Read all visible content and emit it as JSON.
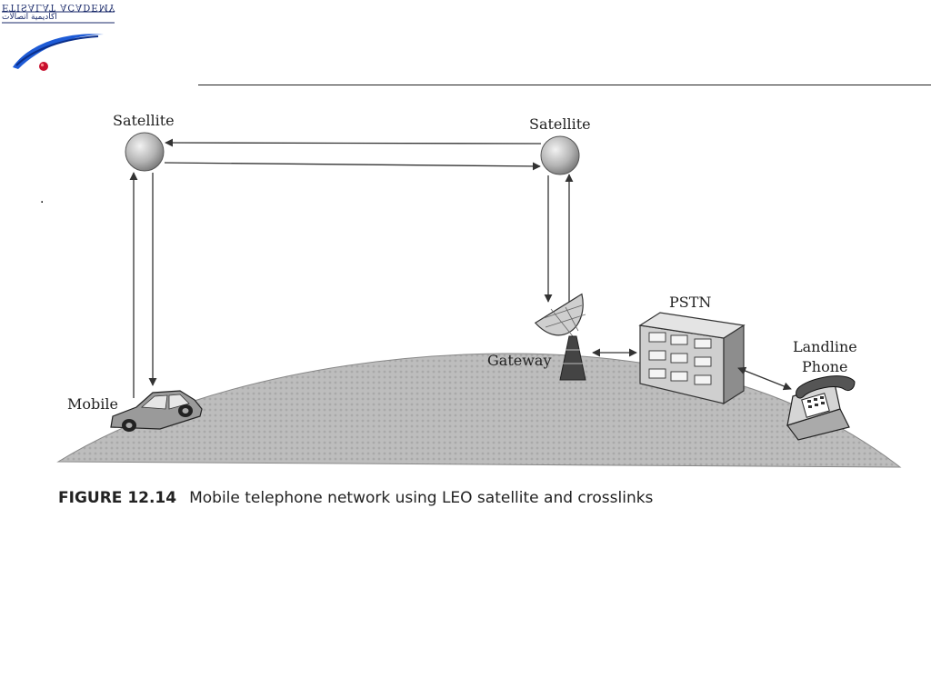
{
  "logo": {
    "name_text": "ETISALAT ACADEMY",
    "script_text": "ﺍﻛﺎﺩﻳﻤﻴﺔ ﺍﺗﺼﺎﻻﺕ",
    "colors": {
      "navy": "#1a2a6a",
      "swoosh": "#1e5bd6",
      "ball": "#c8102e"
    }
  },
  "slide": {
    "bullet": "."
  },
  "diagram": {
    "labels": {
      "satellite_left": "Satellite",
      "satellite_right": "Satellite",
      "pstn": "PSTN",
      "landline_line1": "Landline",
      "landline_line2": "Phone",
      "gateway": "Gateway",
      "mobile": "Mobile"
    },
    "caption": {
      "number": "FIGURE 12.14",
      "text": "Mobile telephone network using LEO satellite and crosslinks"
    },
    "colors": {
      "earth": "#bdbdbd",
      "lines": "#333333",
      "building": "#9a9a9a"
    }
  }
}
